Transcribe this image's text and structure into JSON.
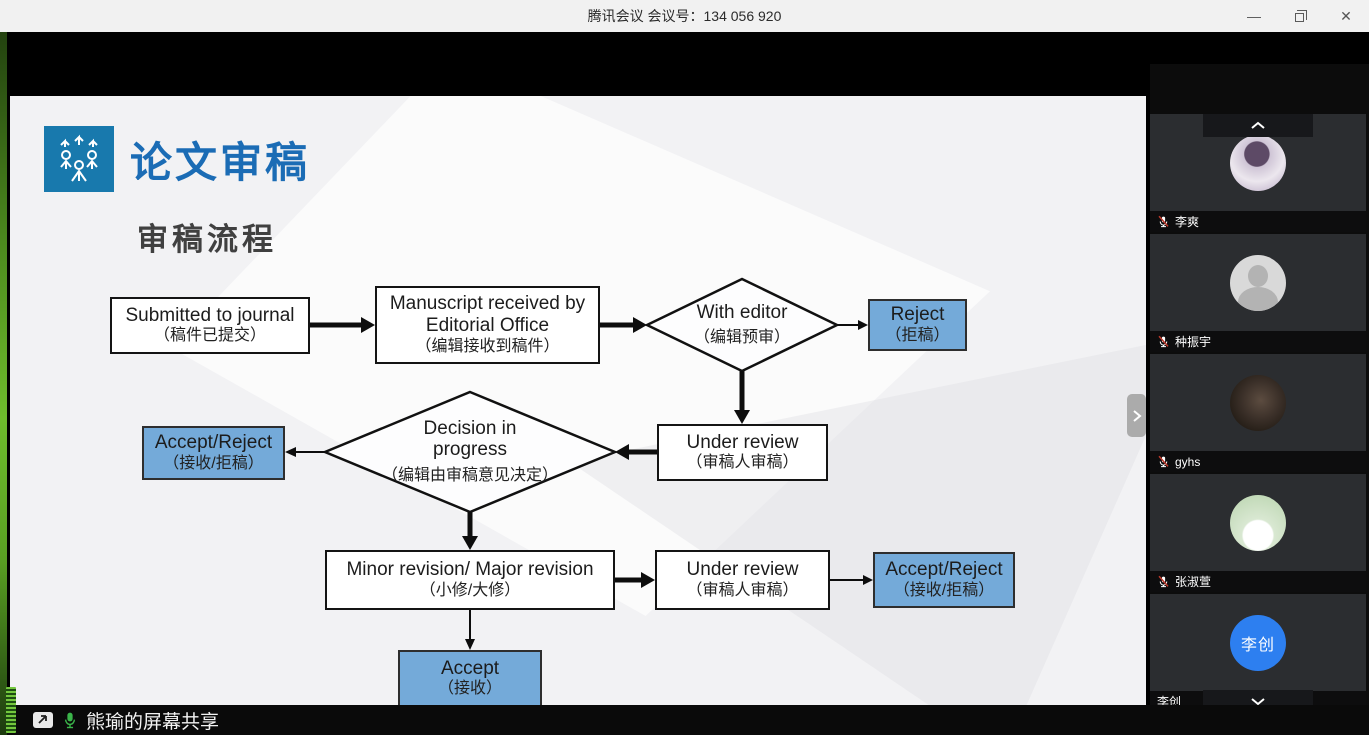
{
  "window": {
    "title": "腾讯会议 会议号：134 056 920",
    "controls": {
      "minimize": "—",
      "close": "✕"
    }
  },
  "presentation": {
    "brand": "论文审稿",
    "heading": "审稿流程",
    "flowchart": {
      "nodes": {
        "submitted": {
          "en": "Submitted to journal",
          "zh": "（稿件已提交）"
        },
        "received": {
          "en": "Manuscript received by Editorial Office",
          "zh": "（编辑接收到稿件）"
        },
        "with_editor": {
          "en": "With editor",
          "zh": "（编辑预审）"
        },
        "reject": {
          "en": "Reject",
          "zh": "（拒稿）"
        },
        "under_review_1": {
          "en": "Under review",
          "zh": "（审稿人审稿）"
        },
        "decision": {
          "en": "Decision in progress",
          "zh": "（编辑由审稿意见决定）"
        },
        "accept_reject_1": {
          "en": "Accept/Reject",
          "zh": "（接收/拒稿）"
        },
        "minor_major": {
          "en": "Minor revision/ Major revision",
          "zh": "（小修/大修）"
        },
        "under_review_2": {
          "en": "Under review",
          "zh": "（审稿人审稿）"
        },
        "accept_reject_2": {
          "en": "Accept/Reject",
          "zh": "（接收/拒稿）"
        },
        "accept": {
          "en": "Accept",
          "zh": "（接收）"
        }
      }
    }
  },
  "sidebar": {
    "participants": [
      {
        "name": "李爽",
        "muted": true
      },
      {
        "name": "种振宇",
        "muted": true
      },
      {
        "name": "gyhs",
        "muted": true
      },
      {
        "name": "张淑萱",
        "muted": true
      },
      {
        "name": "李创",
        "muted": false,
        "avatar_text": "李创"
      }
    ]
  },
  "statusbar": {
    "share_text": "熊瑜的屏幕共享"
  },
  "colors": {
    "node_blue": "#74aad9",
    "brand_blue": "#1b6cb5",
    "logo_bg": "#1879ad",
    "avatar_blue": "#2d7ff0",
    "desktop_green": "#6ebc2c"
  }
}
